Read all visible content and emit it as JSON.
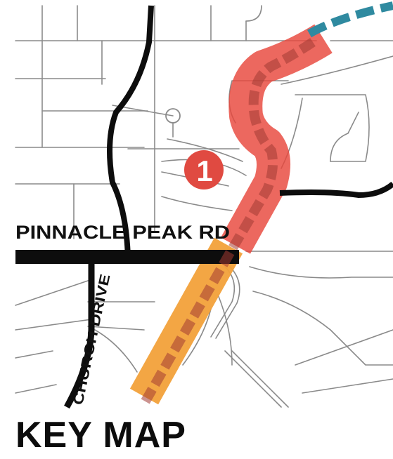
{
  "map": {
    "title": "KEY MAP",
    "roads": {
      "major_east_west": "PINNACLE PEAK RD",
      "major_north_south": "CHURCH DRIVE"
    },
    "segment_marker": "1",
    "colors": {
      "background": "#ffffff",
      "street_lines": "#8a8a8a",
      "major_road": "#0d0d0d",
      "segment_1_corridor": "#e8473c",
      "segment_1_marker": "#e04a41",
      "southern_corridor": "#f2a13a",
      "northern_continuation": "#2f8aa0",
      "dashed_centerline": "#a23a33"
    }
  }
}
